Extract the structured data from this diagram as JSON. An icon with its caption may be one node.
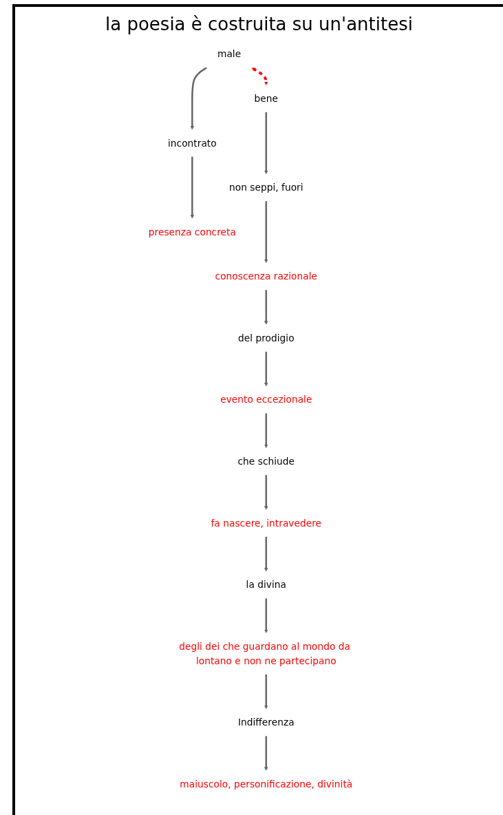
{
  "diagram": {
    "title": "la poesia è costruita su un'antitesi",
    "nodes": [
      {
        "text": [
          "male"
        ]
      },
      {
        "text": [
          "bene"
        ]
      },
      {
        "text": [
          "incontrato"
        ]
      },
      {
        "text": [
          "presenza concreta"
        ]
      },
      {
        "text": [
          "non seppi, fuori"
        ]
      },
      {
        "text": [
          "conoscenza razionale"
        ]
      },
      {
        "text": [
          "del prodigio"
        ]
      },
      {
        "text": [
          "evento eccezionale"
        ]
      },
      {
        "text": [
          "che schiude"
        ]
      },
      {
        "text": [
          "fa nascere, intravedere"
        ]
      },
      {
        "text": [
          "la divina"
        ]
      },
      {
        "text": [
          "degli dei che guardano al mondo da lontano e non ne partecipano"
        ]
      },
      {
        "text": [
          "Indifferenza"
        ]
      },
      {
        "text": [
          "maiuscolo, personificazione, divinità"
        ]
      }
    ],
    "edges": [
      {
        "from": 0,
        "to": 1,
        "arrow": "both",
        "style": "dashed",
        "color": "#ff0000"
      },
      {
        "from": 0,
        "to": 2,
        "arrow": "to"
      },
      {
        "from": 2,
        "to": 3,
        "arrow": "to"
      },
      {
        "from": 1,
        "to": 4,
        "arrow": "to"
      },
      {
        "from": 4,
        "to": 5,
        "arrow": "to"
      },
      {
        "from": 5,
        "to": 6,
        "arrow": "to"
      },
      {
        "from": 6,
        "to": 7,
        "arrow": "to"
      },
      {
        "from": 7,
        "to": 8,
        "arrow": "to"
      },
      {
        "from": 8,
        "to": 9,
        "arrow": "to"
      },
      {
        "from": 9,
        "to": 10,
        "arrow": "to"
      },
      {
        "from": 10,
        "to": 11,
        "arrow": "to"
      },
      {
        "from": 11,
        "to": 12,
        "arrow": "to"
      },
      {
        "from": 12,
        "to": 13,
        "arrow": "to"
      }
    ]
  }
}
